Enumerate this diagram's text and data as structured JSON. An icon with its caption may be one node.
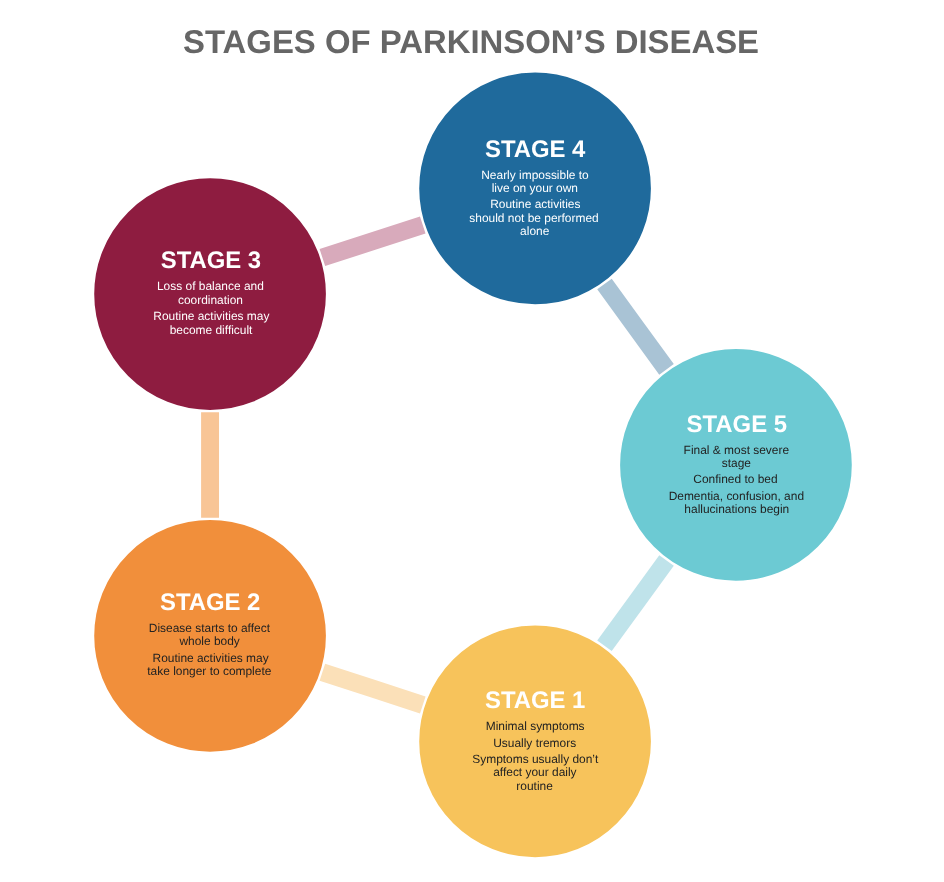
{
  "diagram": {
    "title": "STAGES OF PARKINSON’S DISEASE",
    "nodes": [
      {
        "text": [
          "STAGE 1",
          "Minimal symptoms",
          "Usually tremors",
          "Symptoms usually don’t affect your daily routine"
        ]
      },
      {
        "text": [
          "STAGE 2",
          "Disease starts to affect whole body",
          "Routine activities may take longer to complete"
        ]
      },
      {
        "text": [
          "STAGE 3",
          "Loss of balance and coordination",
          "Routine activities may become difficult"
        ]
      },
      {
        "text": [
          "STAGE 4",
          "Nearly impossible to live on your own",
          "Routine activities should not be performed alone"
        ]
      },
      {
        "text": [
          "STAGE 5",
          "Final & most severe stage",
          "Confined to bed",
          "Dementia, confusion, and hallucinations begin"
        ]
      }
    ],
    "edges": [
      {
        "from": 0,
        "to": 1,
        "arrow": "none",
        "color": "#fbe0b8"
      },
      {
        "from": 1,
        "to": 2,
        "arrow": "none",
        "color": "#f8c596"
      },
      {
        "from": 2,
        "to": 3,
        "arrow": "none",
        "color": "#d8aabb"
      },
      {
        "from": 3,
        "to": 4,
        "arrow": "none",
        "color": "#a9c3d5"
      },
      {
        "from": 4,
        "to": 0,
        "arrow": "none",
        "color": "#bfe3ea"
      }
    ]
  }
}
